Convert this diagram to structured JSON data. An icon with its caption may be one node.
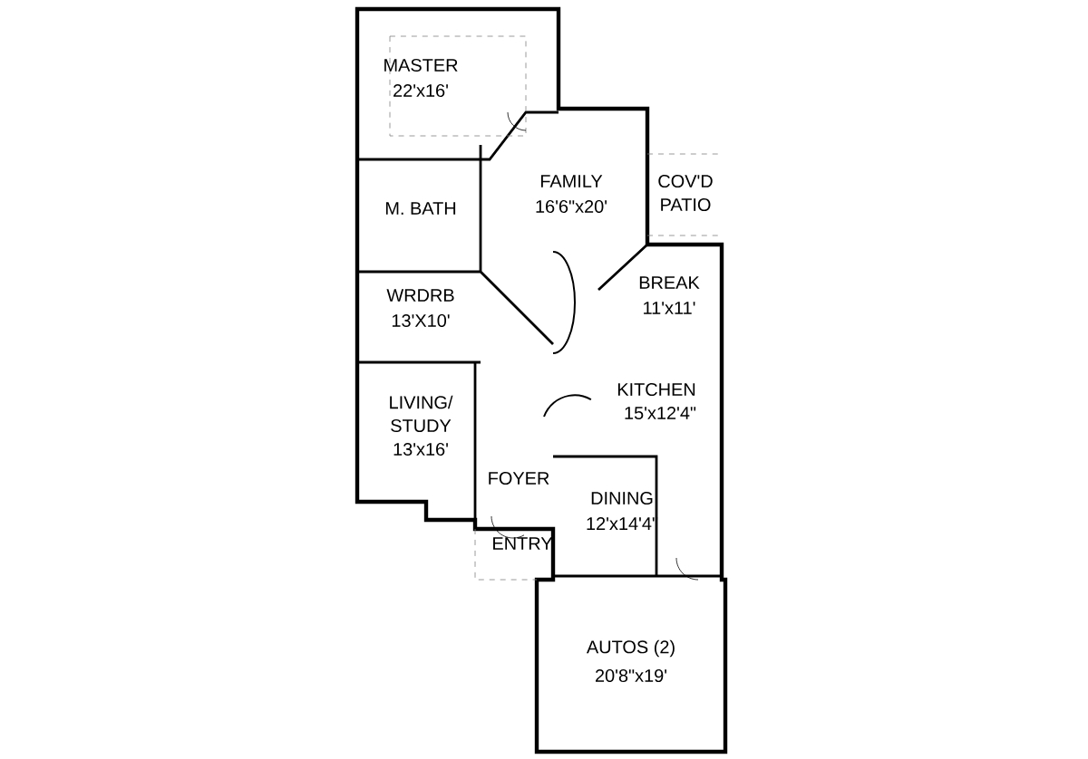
{
  "diagram": {
    "labels": [
      "MASTER",
      "22'x16'",
      "FAMILY",
      "16'6\"x20'",
      "COV'D",
      "PATIO",
      "M. BATH",
      "BREAK",
      "11'x11'",
      "WRDRB",
      "13'X10'",
      "LIVING/",
      "STUDY",
      "13'x16'",
      "KITCHEN",
      "15'x12'4\"",
      "FOYER",
      "DINING",
      "12'x14'4\"",
      "ENTRY",
      "AUTOS (2)",
      "20'8\"x19'"
    ]
  }
}
